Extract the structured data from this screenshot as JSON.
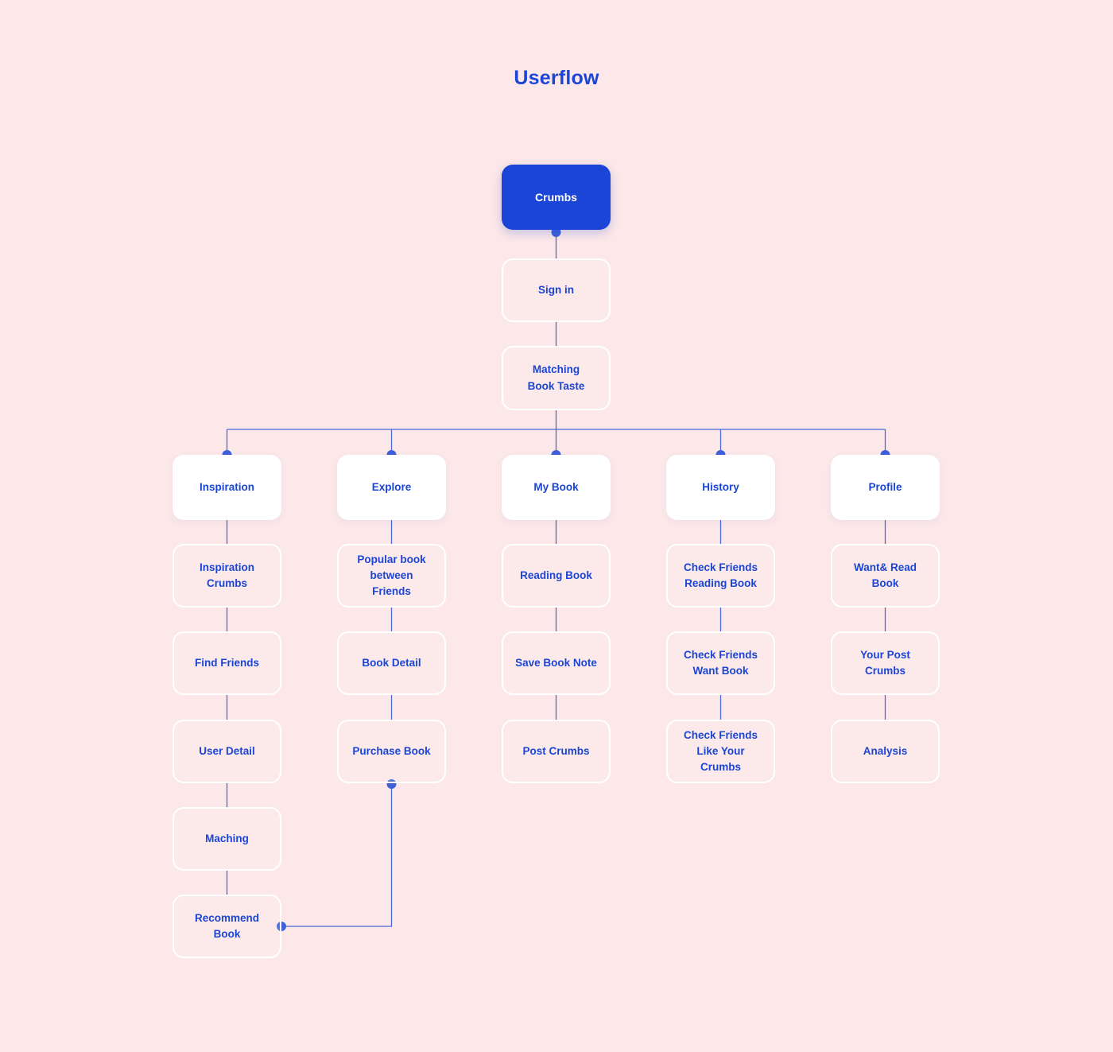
{
  "title": "Userflow",
  "colors": {
    "background": "#fce8e8",
    "primary_blue": "#1b45d6",
    "connector_blue": "#4a69da",
    "node_fill": "#ffffff"
  },
  "flow": {
    "root": "Crumbs",
    "sequence": [
      "Sign in",
      "Matching Book Taste"
    ],
    "columns": [
      {
        "header": "Inspiration",
        "items": [
          "Inspiration Crumbs",
          "Find Friends",
          "User Detail",
          "Maching",
          "Recommend Book"
        ]
      },
      {
        "header": "Explore",
        "items": [
          "Popular book between Friends",
          "Book Detail",
          "Purchase Book"
        ]
      },
      {
        "header": "My Book",
        "items": [
          "Reading Book",
          "Save Book Note",
          "Post Crumbs"
        ]
      },
      {
        "header": "History",
        "items": [
          "Check Friends Reading Book",
          "Check Friends Want Book",
          "Check Friends Like Your Crumbs"
        ]
      },
      {
        "header": "Profile",
        "items": [
          "Want& Read Book",
          "Your Post Crumbs",
          "Analysis"
        ]
      }
    ]
  }
}
